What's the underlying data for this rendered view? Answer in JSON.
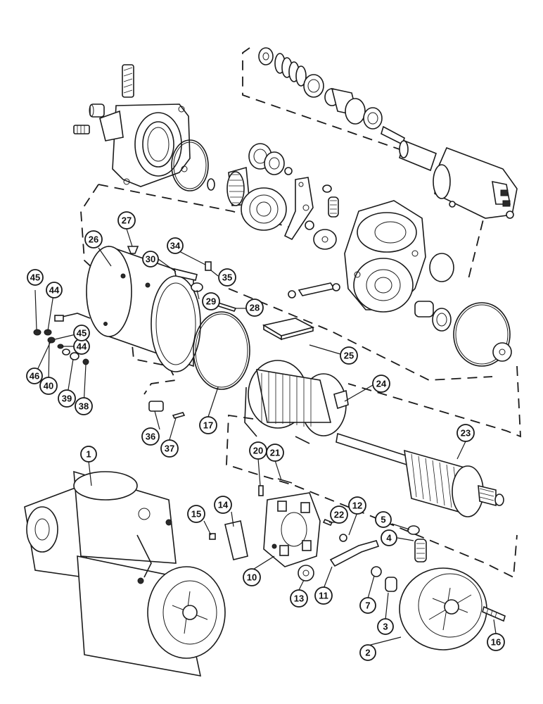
{
  "diagram": {
    "callouts": [
      {
        "id": "c1",
        "label": "1"
      },
      {
        "id": "c2",
        "label": "2"
      },
      {
        "id": "c3",
        "label": "3"
      },
      {
        "id": "c4",
        "label": "4"
      },
      {
        "id": "c5",
        "label": "5"
      },
      {
        "id": "c7",
        "label": "7"
      },
      {
        "id": "c10",
        "label": "10"
      },
      {
        "id": "c11",
        "label": "11"
      },
      {
        "id": "c12",
        "label": "12"
      },
      {
        "id": "c13",
        "label": "13"
      },
      {
        "id": "c14",
        "label": "14"
      },
      {
        "id": "c15",
        "label": "15"
      },
      {
        "id": "c16",
        "label": "16"
      },
      {
        "id": "c17",
        "label": "17"
      },
      {
        "id": "c20",
        "label": "20"
      },
      {
        "id": "c21",
        "label": "21"
      },
      {
        "id": "c22",
        "label": "22"
      },
      {
        "id": "c23",
        "label": "23"
      },
      {
        "id": "c24",
        "label": "24"
      },
      {
        "id": "c25",
        "label": "25"
      },
      {
        "id": "c26",
        "label": "26"
      },
      {
        "id": "c27",
        "label": "27"
      },
      {
        "id": "c28",
        "label": "28"
      },
      {
        "id": "c29",
        "label": "29"
      },
      {
        "id": "c30",
        "label": "30"
      },
      {
        "id": "c34",
        "label": "34"
      },
      {
        "id": "c35",
        "label": "35"
      },
      {
        "id": "c36",
        "label": "36"
      },
      {
        "id": "c37",
        "label": "37"
      },
      {
        "id": "c38",
        "label": "38"
      },
      {
        "id": "c39",
        "label": "39"
      },
      {
        "id": "c40",
        "label": "40"
      },
      {
        "id": "c44a",
        "label": "44"
      },
      {
        "id": "c44b",
        "label": "44"
      },
      {
        "id": "c45a",
        "label": "45"
      },
      {
        "id": "c45b",
        "label": "45"
      },
      {
        "id": "c46",
        "label": "46"
      }
    ]
  }
}
